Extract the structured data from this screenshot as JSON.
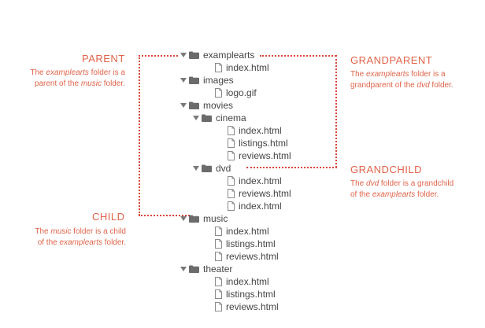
{
  "tree": [
    {
      "type": "folder",
      "label": "examplearts",
      "depth": 0
    },
    {
      "type": "file",
      "label": "index.html",
      "depth": 1
    },
    {
      "type": "folder",
      "label": "images",
      "depth": 0
    },
    {
      "type": "file",
      "label": "logo.gif",
      "depth": 1
    },
    {
      "type": "folder",
      "label": "movies",
      "depth": 0
    },
    {
      "type": "folder",
      "label": "cinema",
      "depth": 1
    },
    {
      "type": "file",
      "label": "index.html",
      "depth": 2
    },
    {
      "type": "file",
      "label": "listings.html",
      "depth": 2
    },
    {
      "type": "file",
      "label": "reviews.html",
      "depth": 2
    },
    {
      "type": "folder",
      "label": "dvd",
      "depth": 1
    },
    {
      "type": "file",
      "label": "index.html",
      "depth": 2
    },
    {
      "type": "file",
      "label": "reviews.html",
      "depth": 2
    },
    {
      "type": "file",
      "label": "index.html",
      "depth": 2
    },
    {
      "type": "folder",
      "label": "music",
      "depth": 0
    },
    {
      "type": "file",
      "label": "index.html",
      "depth": 1
    },
    {
      "type": "file",
      "label": "listings.html",
      "depth": 1
    },
    {
      "type": "file",
      "label": "reviews.html",
      "depth": 1
    },
    {
      "type": "folder",
      "label": "theater",
      "depth": 0
    },
    {
      "type": "file",
      "label": "index.html",
      "depth": 1
    },
    {
      "type": "file",
      "label": "listings.html",
      "depth": 1
    },
    {
      "type": "file",
      "label": "reviews.html",
      "depth": 1
    }
  ],
  "labels": {
    "parent": {
      "title": "PARENT",
      "line1": [
        "The ",
        "examplearts",
        " folder is a"
      ],
      "line2": [
        "parent of the ",
        "music",
        " folder."
      ]
    },
    "grandparent": {
      "title": "GRANDPARENT",
      "line1": [
        "The ",
        "examplearts",
        " folder is a"
      ],
      "line2": [
        "grandparent of the ",
        "dvd",
        " folder."
      ]
    },
    "child": {
      "title": "CHILD",
      "line1": [
        "The ",
        "music",
        " folder is a child"
      ],
      "line2": [
        "of the ",
        "examplearts",
        " folder."
      ]
    },
    "grandchild": {
      "title": "GRANDCHILD",
      "line1": [
        "The ",
        "dvd",
        " folder is a grandchild"
      ],
      "line2": [
        "of the ",
        "examplearts",
        " folder."
      ]
    }
  },
  "colors": {
    "accent": "#e0644a",
    "dots": "#d9463a",
    "folder": "#6b6b6b",
    "text": "#444444"
  },
  "icons": {
    "folder": "folder-icon",
    "file": "file-icon",
    "expand": "expand-triangle-icon"
  }
}
